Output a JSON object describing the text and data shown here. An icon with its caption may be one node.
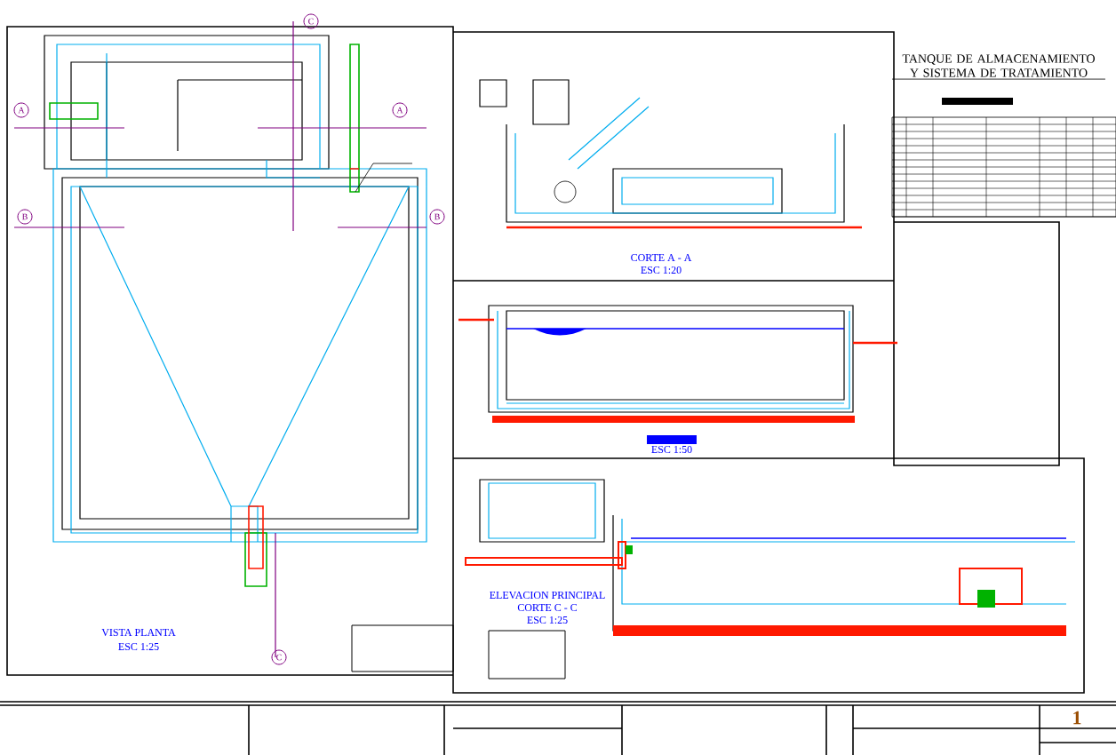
{
  "diagram": {
    "title": "TANQUE DE ALMACENAMIENTO Y SISTEMA DE TRATAMIENTO",
    "labels": [
      "A",
      "A",
      "B",
      "B",
      "C",
      "C",
      "CORTE A - A",
      "ESC 1:20",
      "ESC 1:50",
      "ELEVACION PRINCIPAL",
      "CORTE C - C",
      "ESC 1:25",
      "VISTA PLANTA",
      "ESC 1:25",
      "1"
    ]
  }
}
